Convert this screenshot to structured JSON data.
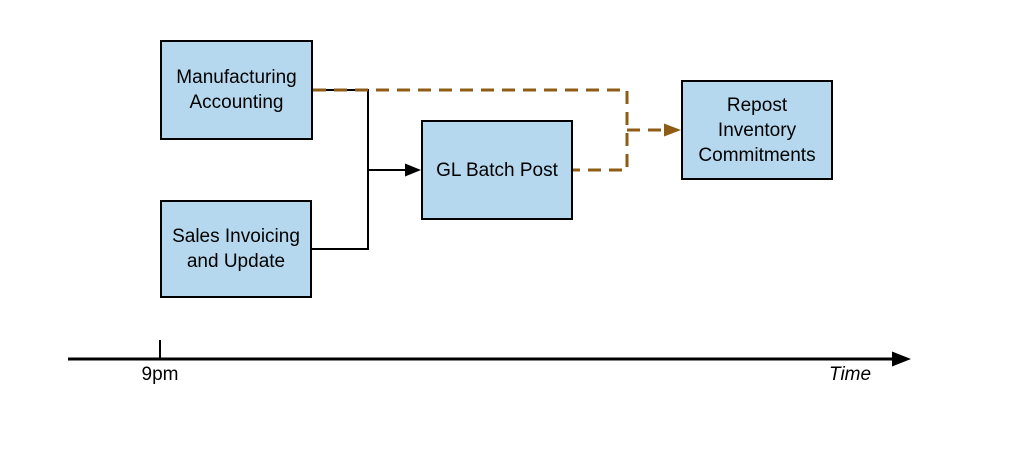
{
  "diagram": {
    "nodes": [
      {
        "id": "manufacturing-accounting",
        "label": "Manufacturing\nAccounting"
      },
      {
        "id": "sales-invoicing-and-update",
        "label": "Sales Invoicing\nand Update"
      },
      {
        "id": "gl-batch-post",
        "label": "GL Batch Post"
      },
      {
        "id": "repost-inventory-commitments",
        "label": "Repost\nInventory\nCommitments"
      }
    ],
    "connectors": [
      {
        "from": "manufacturing-accounting",
        "to": "gl-batch-post",
        "style": "solid"
      },
      {
        "from": "sales-invoicing-and-update",
        "to": "gl-batch-post",
        "style": "solid"
      },
      {
        "from": "manufacturing-accounting",
        "to": "repost-inventory-commitments",
        "style": "dashed"
      },
      {
        "from": "gl-batch-post",
        "to": "repost-inventory-commitments",
        "style": "dashed"
      }
    ],
    "timeline": {
      "tick_label": "9pm",
      "axis_label": "Time"
    },
    "colors": {
      "node_fill": "#b5d8ee",
      "node_border": "#000000",
      "solid_connector": "#000000",
      "dashed_connector": "#8f5c15"
    }
  }
}
